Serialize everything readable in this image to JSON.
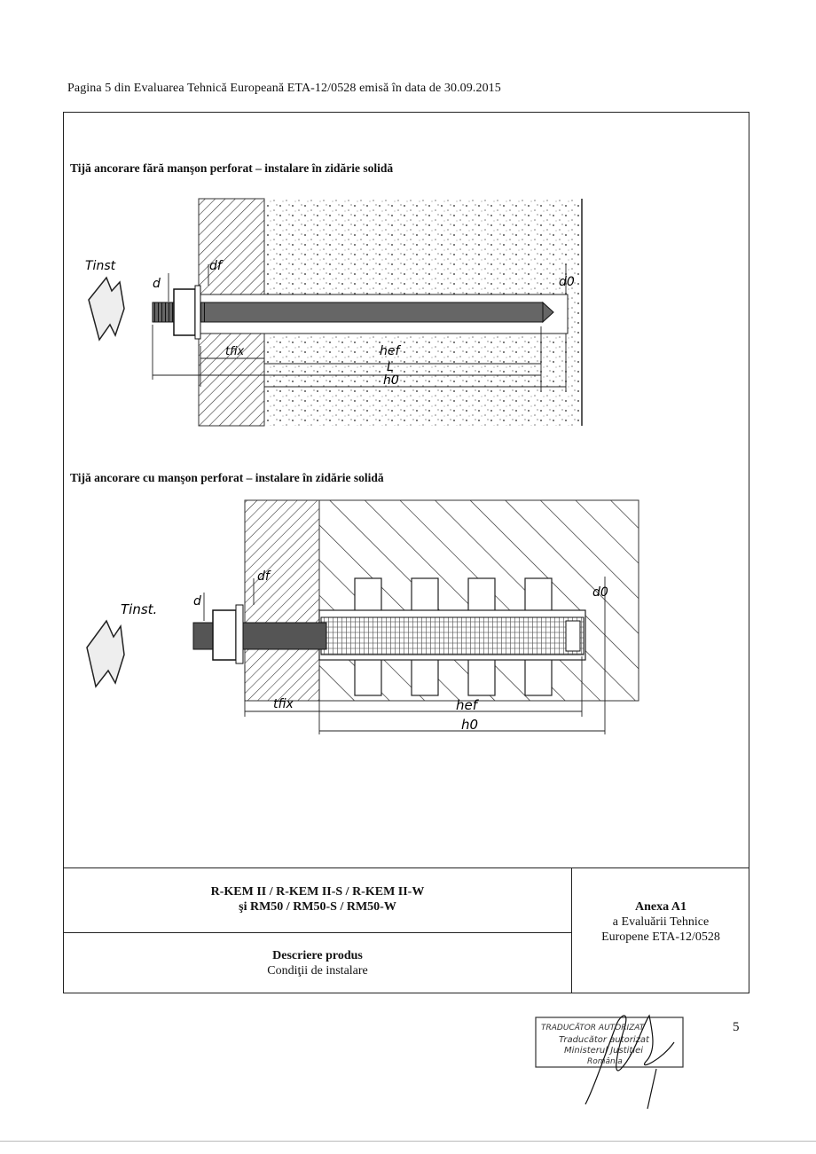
{
  "header": "Pagina 5 din Evaluarea Tehnică Europeană ETA-12/0528 emisă în data de 30.09.2015",
  "figure1": {
    "title": "Tijă ancorare fără manşon perforat – instalare în zidărie solidă",
    "labels": {
      "tinst": "Tinst",
      "d": "d",
      "df": "df",
      "d0": "d0",
      "tfix": "tfix",
      "hef": "hef",
      "L": "L",
      "h0": "h0"
    }
  },
  "figure2": {
    "title": "Tijă ancorare cu manşon perforat – instalare în zidărie solidă",
    "labels": {
      "tinst": "Tinst.",
      "d": "d",
      "df": "df",
      "d0": "d0",
      "tfix": "tfix",
      "hef": "hef",
      "h0": "h0"
    }
  },
  "product": {
    "line1": "R-KEM II / R-KEM II-S / R-KEM II-W",
    "line2": "şi RM50 / RM50-S / RM50-W"
  },
  "description": {
    "title": "Descriere produs",
    "subtitle": "Condiţii de instalare"
  },
  "annex": {
    "title": "Anexa A1",
    "line1": "a Evaluării Tehnice",
    "line2": "Europene ETA-12/0528"
  },
  "stamp": {
    "line1": "TRADUCĂTOR AUTORIZAT",
    "line2": "Traducător autorizat",
    "line3": "Ministerul Justiţiei",
    "line4": "România"
  },
  "page_number": "5"
}
